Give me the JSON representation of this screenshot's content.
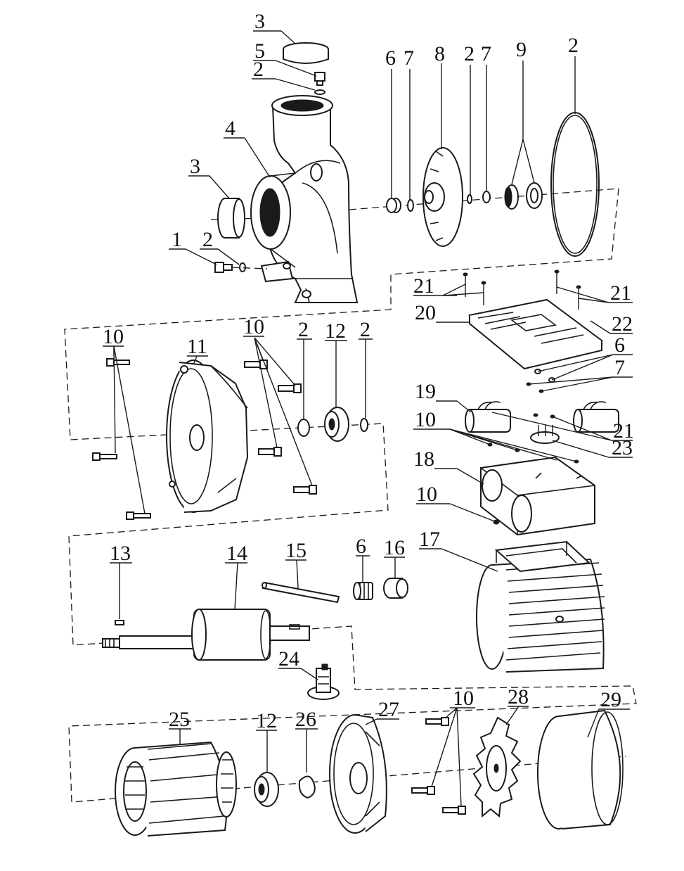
{
  "diagram": {
    "callouts": [
      {
        "id": "c-3a",
        "text": "3"
      },
      {
        "id": "c-5",
        "text": "5"
      },
      {
        "id": "c-2a",
        "text": "2"
      },
      {
        "id": "c-4",
        "text": "4"
      },
      {
        "id": "c-3b",
        "text": "3"
      },
      {
        "id": "c-1",
        "text": "1"
      },
      {
        "id": "c-2b",
        "text": "2"
      },
      {
        "id": "c-6a",
        "text": "6"
      },
      {
        "id": "c-7a",
        "text": "7"
      },
      {
        "id": "c-8",
        "text": "8"
      },
      {
        "id": "c-2c",
        "text": "2"
      },
      {
        "id": "c-7b",
        "text": "7"
      },
      {
        "id": "c-9",
        "text": "9"
      },
      {
        "id": "c-2d",
        "text": "2"
      },
      {
        "id": "c-21a",
        "text": "21"
      },
      {
        "id": "c-21b",
        "text": "21"
      },
      {
        "id": "c-20",
        "text": "20"
      },
      {
        "id": "c-22",
        "text": "22"
      },
      {
        "id": "c-6b",
        "text": "6"
      },
      {
        "id": "c-7c",
        "text": "7"
      },
      {
        "id": "c-10a",
        "text": "10"
      },
      {
        "id": "c-11",
        "text": "11"
      },
      {
        "id": "c-10b",
        "text": "10"
      },
      {
        "id": "c-2e",
        "text": "2"
      },
      {
        "id": "c-12a",
        "text": "12"
      },
      {
        "id": "c-2f",
        "text": "2"
      },
      {
        "id": "c-19",
        "text": "19"
      },
      {
        "id": "c-21c",
        "text": "21"
      },
      {
        "id": "c-10c",
        "text": "10"
      },
      {
        "id": "c-23",
        "text": "23"
      },
      {
        "id": "c-18",
        "text": "18"
      },
      {
        "id": "c-10d",
        "text": "10"
      },
      {
        "id": "c-13",
        "text": "13"
      },
      {
        "id": "c-14",
        "text": "14"
      },
      {
        "id": "c-15",
        "text": "15"
      },
      {
        "id": "c-6c",
        "text": "6"
      },
      {
        "id": "c-16",
        "text": "16"
      },
      {
        "id": "c-17",
        "text": "17"
      },
      {
        "id": "c-24",
        "text": "24"
      },
      {
        "id": "c-25",
        "text": "25"
      },
      {
        "id": "c-12b",
        "text": "12"
      },
      {
        "id": "c-26",
        "text": "26"
      },
      {
        "id": "c-27",
        "text": "27"
      },
      {
        "id": "c-10e",
        "text": "10"
      },
      {
        "id": "c-28",
        "text": "28"
      },
      {
        "id": "c-29",
        "text": "29"
      }
    ]
  }
}
